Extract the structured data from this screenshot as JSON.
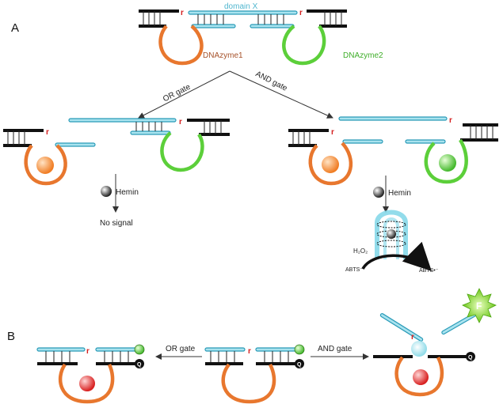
{
  "panels": {
    "a": "A",
    "b": "B"
  },
  "labels": {
    "domain_x": "domain X",
    "r": "r",
    "dnazyme1": "DNAzyme1",
    "dnazyme2": "DNAzyme2",
    "or_gate": "OR gate",
    "and_gate": "AND gate",
    "hemin": "Hemin",
    "no_signal": "No signal",
    "h2o2": "H₂O₂",
    "abts_in": "ABTS⁻",
    "abts_out": "ABTS•⁻",
    "q": "Q",
    "f": "F"
  },
  "colors": {
    "dnazyme1": "#a6522a",
    "dnazyme2": "#3fae2a",
    "domain_x": "#4fb6cf",
    "cleavage_site": "#d42020",
    "strand_cyan": "#a9e3ef",
    "loop_orange": "#e8772e",
    "loop_green": "#5ccf3a"
  }
}
